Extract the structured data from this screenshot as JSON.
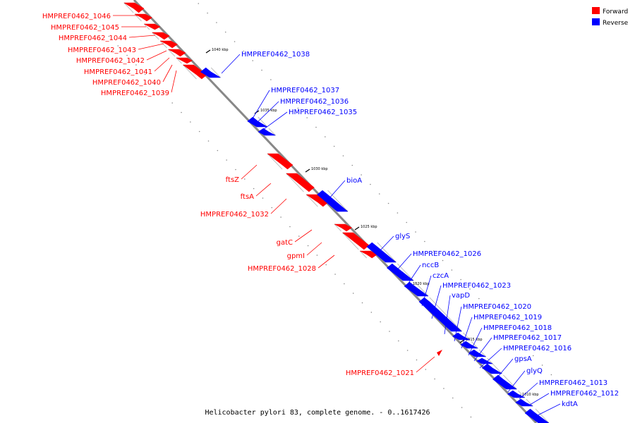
{
  "legend": [
    {
      "label": "Forward",
      "color": "#ff0000"
    },
    {
      "label": "Reverse",
      "color": "#0000ff"
    }
  ],
  "caption": "Helicobacter pylori 83, complete genome. - 0..1617426",
  "colors": {
    "forward": "#ff0000",
    "reverse": "#0000ff",
    "backbone": "#888888"
  },
  "ticks": [
    "1040 kbp",
    "1035 kbp",
    "1030 kbp",
    "1025 kbp",
    "1020 kbp",
    "1015 kbp",
    "1010 kbp"
  ],
  "features_forward": [
    "HMPREF0462_1046",
    "HMPREF0462_1045",
    "HMPREF0462_1044",
    "HMPREF0462_1043",
    "HMPREF0462_1042",
    "HMPREF0462_1041",
    "HMPREF0462_1040",
    "HMPREF0462_1039",
    "ftsZ",
    "ftsA",
    "HMPREF0462_1032",
    "gatC",
    "gpmI",
    "HMPREF0462_1028",
    "HMPREF0462_1021"
  ],
  "features_reverse": [
    "HMPREF0462_1038",
    "HMPREF0462_1037",
    "HMPREF0462_1036",
    "HMPREF0462_1035",
    "bioA",
    "glyS",
    "HMPREF0462_1026",
    "nccB",
    "czcA",
    "HMPREF0462_1023",
    "vapD",
    "HMPREF0462_1020",
    "HMPREF0462_1019",
    "HMPREF0462_1018",
    "HMPREF0462_1017",
    "HMPREF0462_1016",
    "gpsA",
    "glyQ",
    "HMPREF0462_1013",
    "HMPREF0462_1012",
    "kdtA"
  ]
}
